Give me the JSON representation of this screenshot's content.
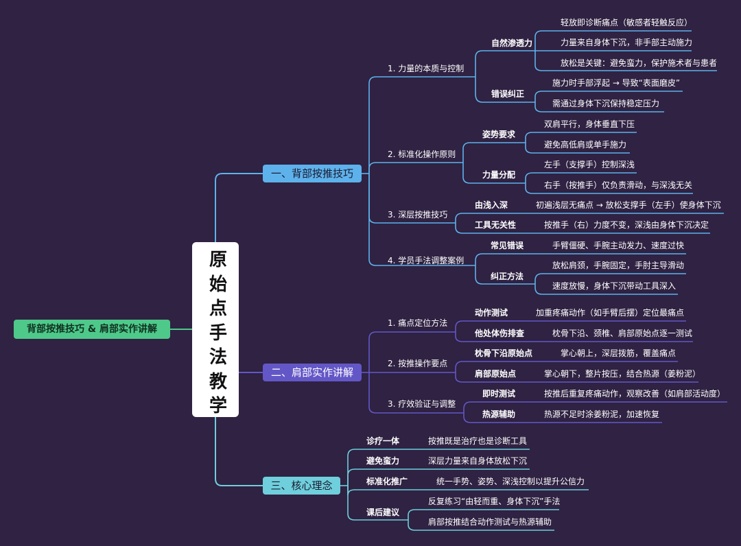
{
  "root": "背部按推技巧 & 肩部实作讲解",
  "center": "原始点手法教学",
  "colors": {
    "background": "#2f2242",
    "root": "#4ec98a",
    "branch1": "#5eb2ec",
    "branch2": "#6357c7",
    "branch3": "#6fcfdc"
  },
  "sections": [
    {
      "title": "一、背部按推技巧",
      "items": [
        {
          "label": "1. 力量的本质与控制",
          "groups": [
            {
              "name": "自然渗透力",
              "leaves": [
                "轻放即诊断痛点（敏感者轻触反应）",
                "力量来自身体下沉，非手部主动施力",
                "放松是关键：避免蛮力，保护施术者与患者"
              ]
            },
            {
              "name": "错误纠正",
              "leaves": [
                "施力时手部浮起 → 导致“表面磨皮”",
                "需通过身体下沉保持稳定压力"
              ]
            }
          ]
        },
        {
          "label": "2. 标准化操作原则",
          "groups": [
            {
              "name": "姿势要求",
              "leaves": [
                "双肩平行，身体垂直下压",
                "避免高低肩或单手施力"
              ]
            },
            {
              "name": "力量分配",
              "leaves": [
                "左手（支撑手）控制深浅",
                "右手（按推手）仅负责滑动，与深浅无关"
              ]
            }
          ]
        },
        {
          "label": "3. 深层按推技巧",
          "groups": [
            {
              "name": "由浅入深",
              "leaves": [
                "初遍浅层无痛点 → 放松支撑手（左手）使身体下沉"
              ]
            },
            {
              "name": "工具无关性",
              "leaves": [
                "按推手（右）力度不变，深浅由身体下沉决定"
              ]
            }
          ]
        },
        {
          "label": "4. 学员手法调整案例",
          "groups": [
            {
              "name": "常见错误",
              "leaves": [
                "手臂僵硬、手腕主动发力、速度过快"
              ]
            },
            {
              "name": "纠正方法",
              "leaves": [
                "放松肩颈，手腕固定，手肘主导滑动",
                "速度放慢，身体下沉带动工具深入"
              ]
            }
          ]
        }
      ]
    },
    {
      "title": "二、肩部实作讲解",
      "items": [
        {
          "label": "1. 痛点定位方法",
          "groups": [
            {
              "name": "动作测试",
              "leaves": [
                "加重疼痛动作（如手臂后摆）定位最痛点"
              ]
            },
            {
              "name": "他处体伤排查",
              "leaves": [
                "枕骨下沿、颈椎、肩部原始点逐一测试"
              ]
            }
          ]
        },
        {
          "label": "2. 按推操作要点",
          "groups": [
            {
              "name": "枕骨下沿原始点",
              "leaves": [
                "掌心朝上，深层拨筋，覆盖痛点"
              ]
            },
            {
              "name": "肩部原始点",
              "leaves": [
                "掌心朝下，整片按压，结合热源（姜粉泥）"
              ]
            }
          ]
        },
        {
          "label": "3. 疗效验证与调整",
          "groups": [
            {
              "name": "即时测试",
              "leaves": [
                "按推后重复疼痛动作，观察改善（如肩部活动度）"
              ]
            },
            {
              "name": "热源辅助",
              "leaves": [
                "热源不足时涂姜粉泥，加速恢复"
              ]
            }
          ]
        }
      ]
    },
    {
      "title": "三、核心理念",
      "groups": [
        {
          "name": "诊疗一体",
          "leaves": [
            "按推既是治疗也是诊断工具"
          ]
        },
        {
          "name": "避免蛮力",
          "leaves": [
            "深层力量来自身体放松下沉"
          ]
        },
        {
          "name": "标准化推广",
          "leaves": [
            "统一手势、姿势、深浅控制以提升公信力"
          ]
        },
        {
          "name": "课后建议",
          "leaves": [
            "反复练习“由轻而重、身体下沉”手法",
            "肩部按推结合动作测试与热源辅助"
          ]
        }
      ]
    }
  ]
}
